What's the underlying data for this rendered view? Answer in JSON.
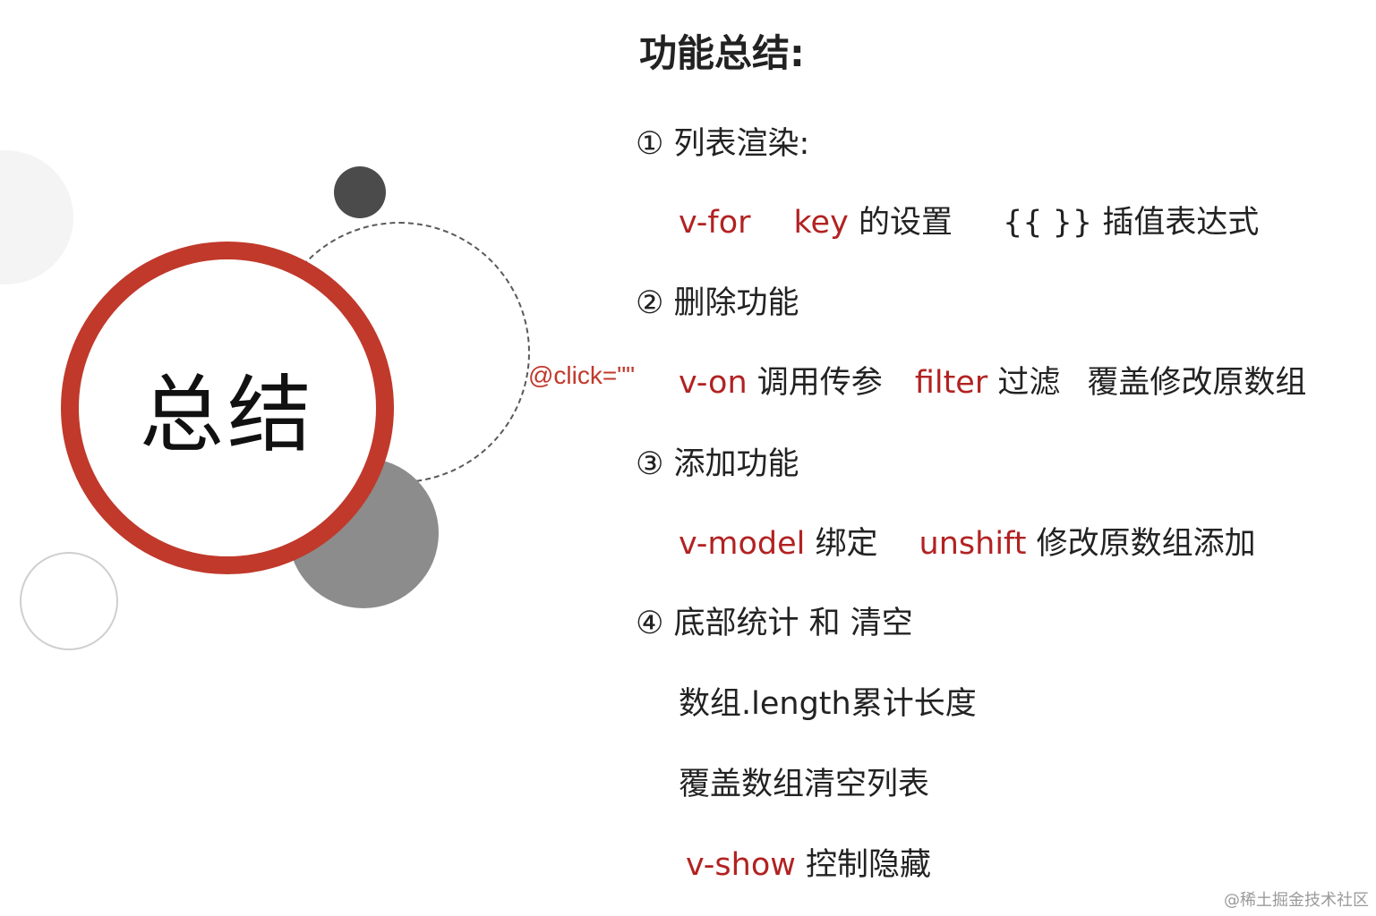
{
  "center_label": "总结",
  "annotation": "@click=\"\"",
  "title": "功能总结:",
  "sections": [
    {
      "heading": "① 列表渲染:"
    },
    {
      "heading": "② 删除功能"
    },
    {
      "heading": "③ 添加功能"
    },
    {
      "heading": "④ 底部统计 和 清空"
    }
  ],
  "row1": {
    "vfor": "v-for",
    "key": "key",
    "key_text": "的设置",
    "braces": "{{ }}",
    "braces_text": "插值表达式"
  },
  "row2": {
    "von": "v-on",
    "von_text": "调用传参",
    "filter": "filter",
    "filter_text": "过滤",
    "overwrite": "覆盖修改原数组"
  },
  "row3": {
    "vmodel": "v-model",
    "vmodel_text": "绑定",
    "unshift": "unshift",
    "unshift_text": "修改原数组添加"
  },
  "row4a": "数组.length累计长度",
  "row4b": "覆盖数组清空列表",
  "row4c": {
    "vshow": "v-show",
    "vshow_text": "控制隐藏"
  },
  "watermark": "@稀土掘金技术社区",
  "colors": {
    "accent": "#c0392b",
    "keyword": "#b22222"
  }
}
